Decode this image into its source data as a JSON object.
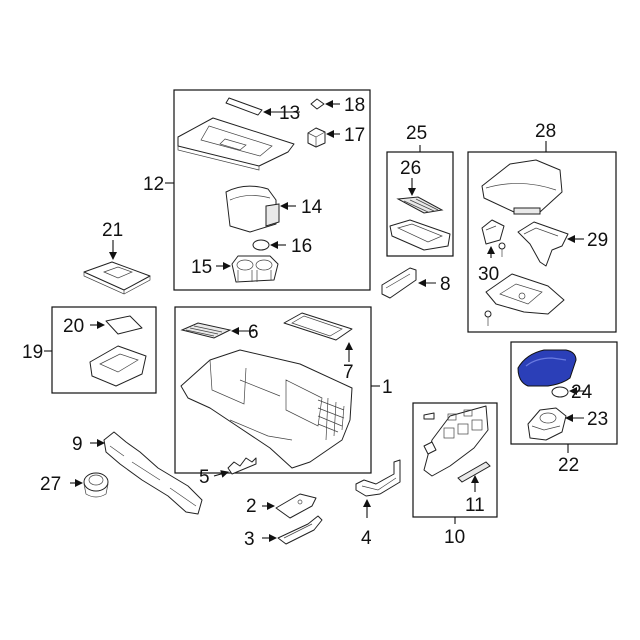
{
  "highlight_color": "#2b3fb8",
  "callouts": {
    "c1": "1",
    "c2": "2",
    "c3": "3",
    "c4": "4",
    "c5": "5",
    "c6": "6",
    "c7": "7",
    "c8": "8",
    "c9": "9",
    "c10": "10",
    "c11": "11",
    "c12": "12",
    "c13": "13",
    "c14": "14",
    "c15": "15",
    "c16": "16",
    "c17": "17",
    "c18": "18",
    "c19": "19",
    "c20": "20",
    "c21": "21",
    "c22": "22",
    "c23": "23",
    "c24": "24",
    "c25": "25",
    "c26": "26",
    "c27": "27",
    "c28": "28",
    "c29": "29",
    "c30": "30"
  }
}
